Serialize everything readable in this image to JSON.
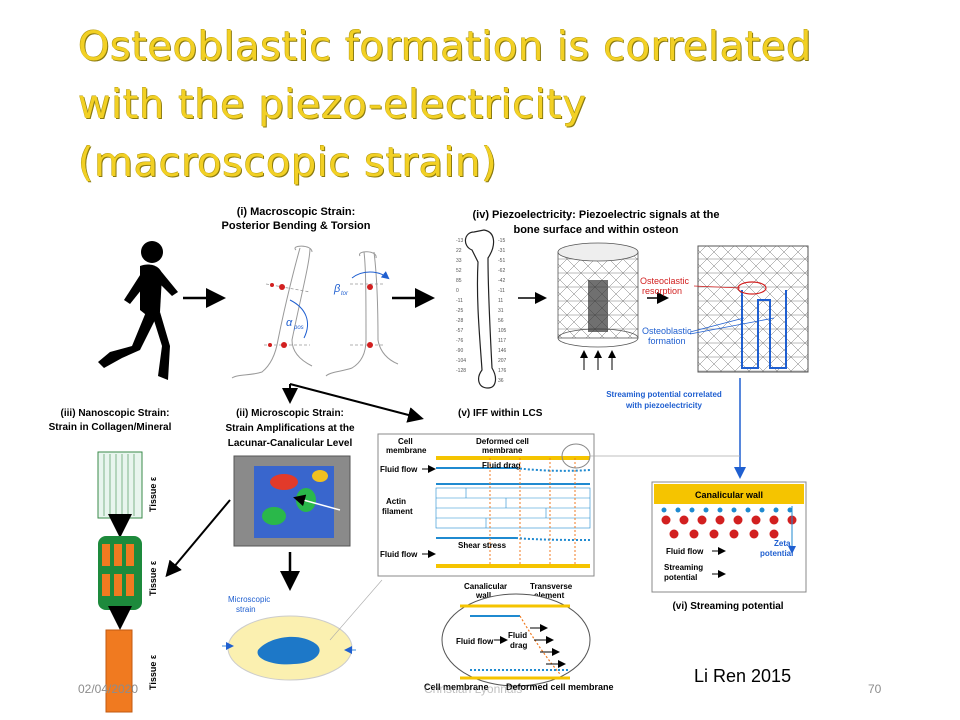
{
  "slide": {
    "title_lines": [
      "Osteoblastic formation is correlated",
      "with the piezo-electricity",
      "(macroscopic strain)"
    ],
    "credit": "Li Ren 2015",
    "footer": {
      "date": "02/04/2020",
      "center": "Christian Lyonnais",
      "page": "70"
    },
    "colors": {
      "title": "#F2D024",
      "accent_blue": "#1f5fd0",
      "canalicular_wall": "#F5C400",
      "red": "#d22020"
    }
  },
  "figure": {
    "panel_i": {
      "title": "(i) Macroscopic Strain:",
      "subtitle": "Posterior Bending & Torsion",
      "alpha": "α",
      "alpha_sub": "pos",
      "beta": "β",
      "beta_sub": "tor"
    },
    "panel_iv": {
      "title": "(iv) Piezoelectricity: Piezoelectric signals at the",
      "subtitle": "bone surface and within osteon",
      "osteoclastic": [
        "Osteoclastic",
        "resorption"
      ],
      "osteoblastic": [
        "Osteoblastic",
        "formation"
      ],
      "streaming": [
        "Streaming potential correlated",
        "with piezoelectricity"
      ]
    },
    "panel_iii": {
      "title": "(iii) Nanoscopic Strain:",
      "subtitle": "Strain in Collagen/Mineral",
      "labels": [
        "Tissue ε",
        "Tissue ε",
        "Tissue ε"
      ]
    },
    "panel_ii": {
      "title": "(ii) Microscopic Strain:",
      "lines": [
        "Strain Amplifications at the",
        "Lacunar-Canalicular Level"
      ],
      "micro": [
        "Microscopic",
        "strain"
      ]
    },
    "panel_v": {
      "title": "(v) IFF within LCS",
      "cell_membrane": [
        "Cell",
        "membrane"
      ],
      "deformed": [
        "Deformed cell",
        "membrane"
      ],
      "fluid_flow": "Fluid flow",
      "fluid_drag": "Fluid drag",
      "actin": [
        "Actin",
        "filament"
      ],
      "shear": "Shear stress",
      "canalicular": [
        "Canalicular",
        "wall"
      ],
      "transverse": [
        "Transverse",
        "element"
      ],
      "drag2": [
        "Fluid",
        "drag"
      ],
      "bottom_left": "Cell membrane",
      "bottom_right": "Deformed cell membrane"
    },
    "panel_vi": {
      "wall": "Canalicular wall",
      "fluid_flow": "Fluid flow",
      "streaming": [
        "Streaming",
        "potential"
      ],
      "zeta": [
        "Zeta",
        "potential"
      ],
      "title": "(vi) Streaming potential"
    }
  }
}
